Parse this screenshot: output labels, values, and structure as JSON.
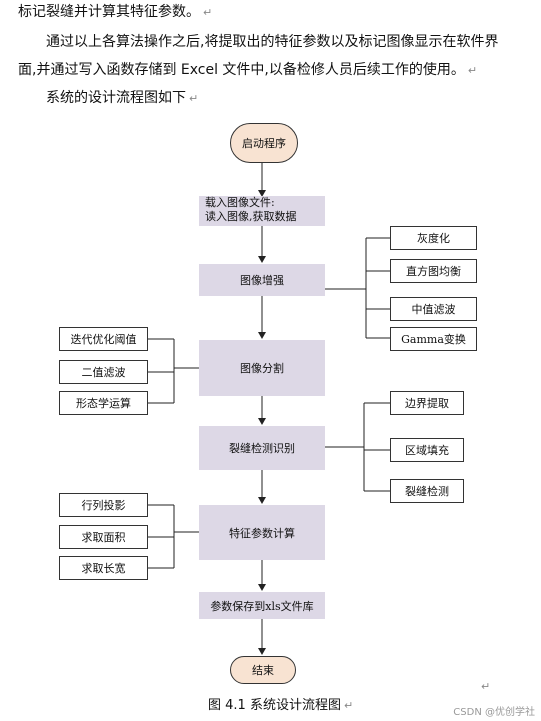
{
  "paragraphs": {
    "p0": "标记裂缝并计算其特征参数。",
    "p1": "通过以上各算法操作之后,将提取出的特征参数以及标记图像显示在软件界",
    "p2": "面,并通过写入函数存储到 Excel 文件中,以备检修人员后续工作的使用。",
    "p3": "系统的设计流程图如下"
  },
  "para_mark": "↵",
  "flowchart": {
    "start": "启动程序",
    "load_line1": "载入图像文件:",
    "load_line2": "读入图像,获取数据",
    "enhance": "图像增强",
    "segment": "图像分割",
    "crack_detect": "裂缝检测识别",
    "feature_calc": "特征参数计算",
    "save": "参数保存到xls文件库",
    "end": "结束",
    "enhance_methods": [
      "灰度化",
      "直方图均衡",
      "中值滤波",
      "Gamma变换"
    ],
    "segment_methods": [
      "迭代优化阈值",
      "二值滤波",
      "形态学运算"
    ],
    "detect_methods": [
      "边界提取",
      "区域填充",
      "裂缝检测"
    ],
    "feature_methods": [
      "行列投影",
      "求取面积",
      "求取长宽"
    ]
  },
  "caption": "图 4.1  系统设计流程图",
  "watermark": "CSDN @优创学社"
}
